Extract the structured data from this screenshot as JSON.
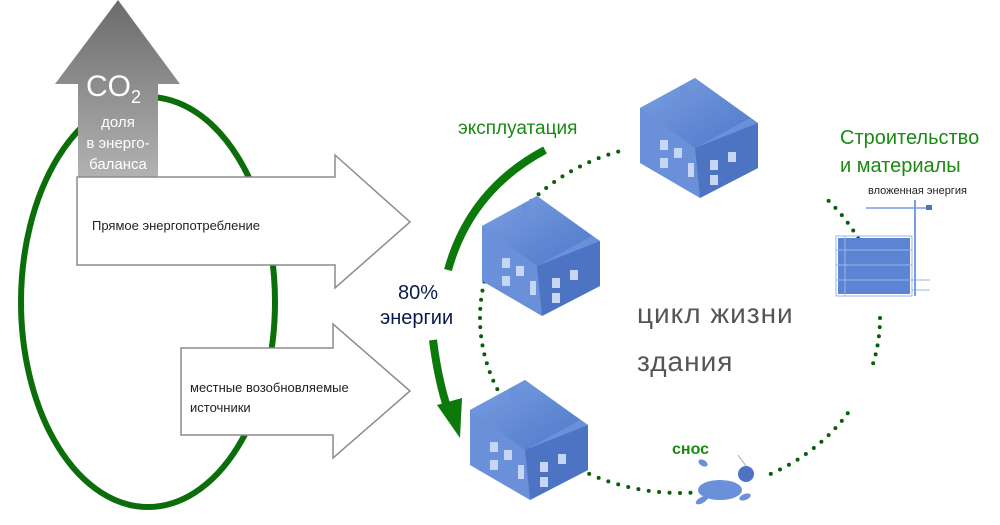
{
  "co2_arrow": {
    "title": "CO",
    "subscript": "2",
    "lines": [
      "доля",
      "в энерго-",
      "баланса"
    ]
  },
  "arrows": {
    "direct": "Прямое энергопотребление",
    "renewable_line1": "местные возобновляемые",
    "renewable_line2": "источники"
  },
  "cycle": {
    "center_line1": "цикл жизни",
    "center_line2": "здания",
    "operation": "эксплуатация",
    "energy_percent": "80%",
    "energy_word": "энергии",
    "construction_line1": "Строительство",
    "construction_line2": "и материалы",
    "embodied": "вложенная энергия",
    "demolition": "снос"
  },
  "colors": {
    "green": "#1a8a12",
    "dark_green": "#0b6e0b",
    "house_blue": "#5b85d4",
    "navy": "#0b1a4a",
    "arrow_grey": "#8c8c8c"
  }
}
